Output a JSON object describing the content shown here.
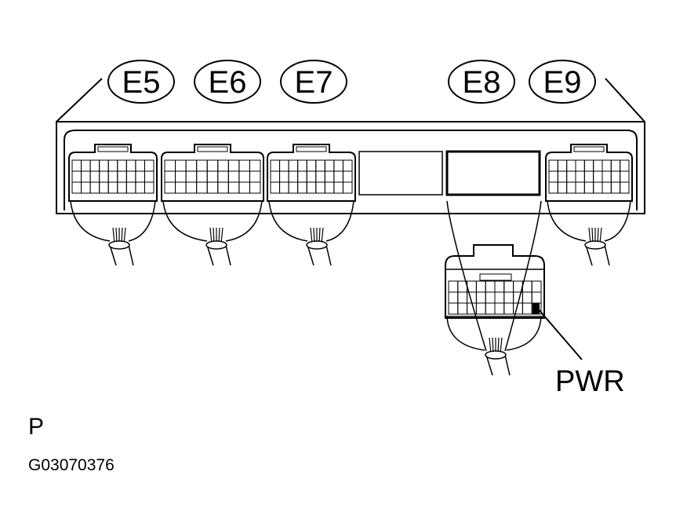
{
  "connector_labels": [
    "E5",
    "E6",
    "E7",
    "E8",
    "E9"
  ],
  "pin_label": "PWR",
  "page_letter": "P",
  "figure_code": "G03070376",
  "colors": {
    "line": "#000000",
    "background": "#ffffff",
    "housing": "#ffffff"
  }
}
